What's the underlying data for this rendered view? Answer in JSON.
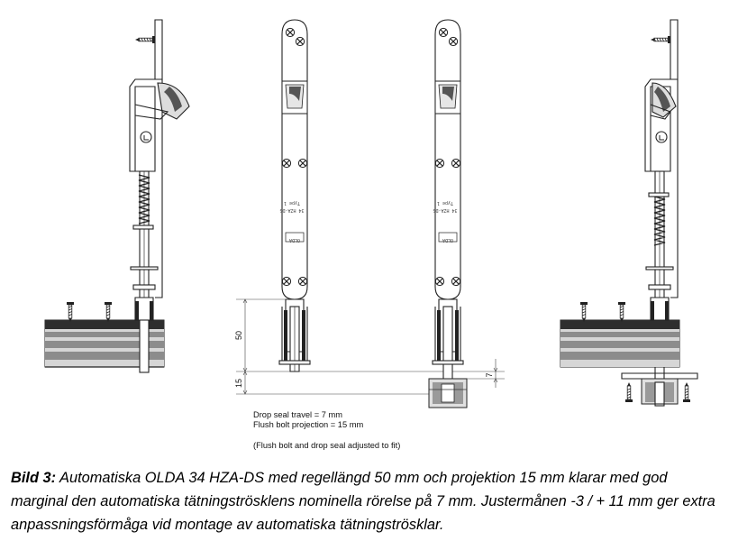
{
  "annotations": {
    "dim_50": "50",
    "dim_15": "15",
    "dim_7": "7",
    "note_travel": "Drop seal travel = 7 mm",
    "note_projection": "Flush bolt projection = 15 mm",
    "note_adjusted": "(Flush bolt and drop seal adjusted to fit)",
    "plate_text_model": "34 HZA-DS",
    "plate_text_brand": "OLDA"
  },
  "caption": {
    "label": "Bild 3:",
    "text": " Automatiska OLDA 34 HZA-DS med regellängd 50 mm och projektion 15 mm klarar med god marginal den automatiska tätningströsklens nominella rörelse på 7 mm. Justermånen -3 / + 11 mm ger extra anpassningsförmåga vid montage av automatiska tätningströsklar."
  },
  "colors": {
    "line": "#222222",
    "threshold_dark": "#2e2e2e",
    "threshold_mid": "#8c8c8c",
    "threshold_light": "#d6d6d6"
  }
}
